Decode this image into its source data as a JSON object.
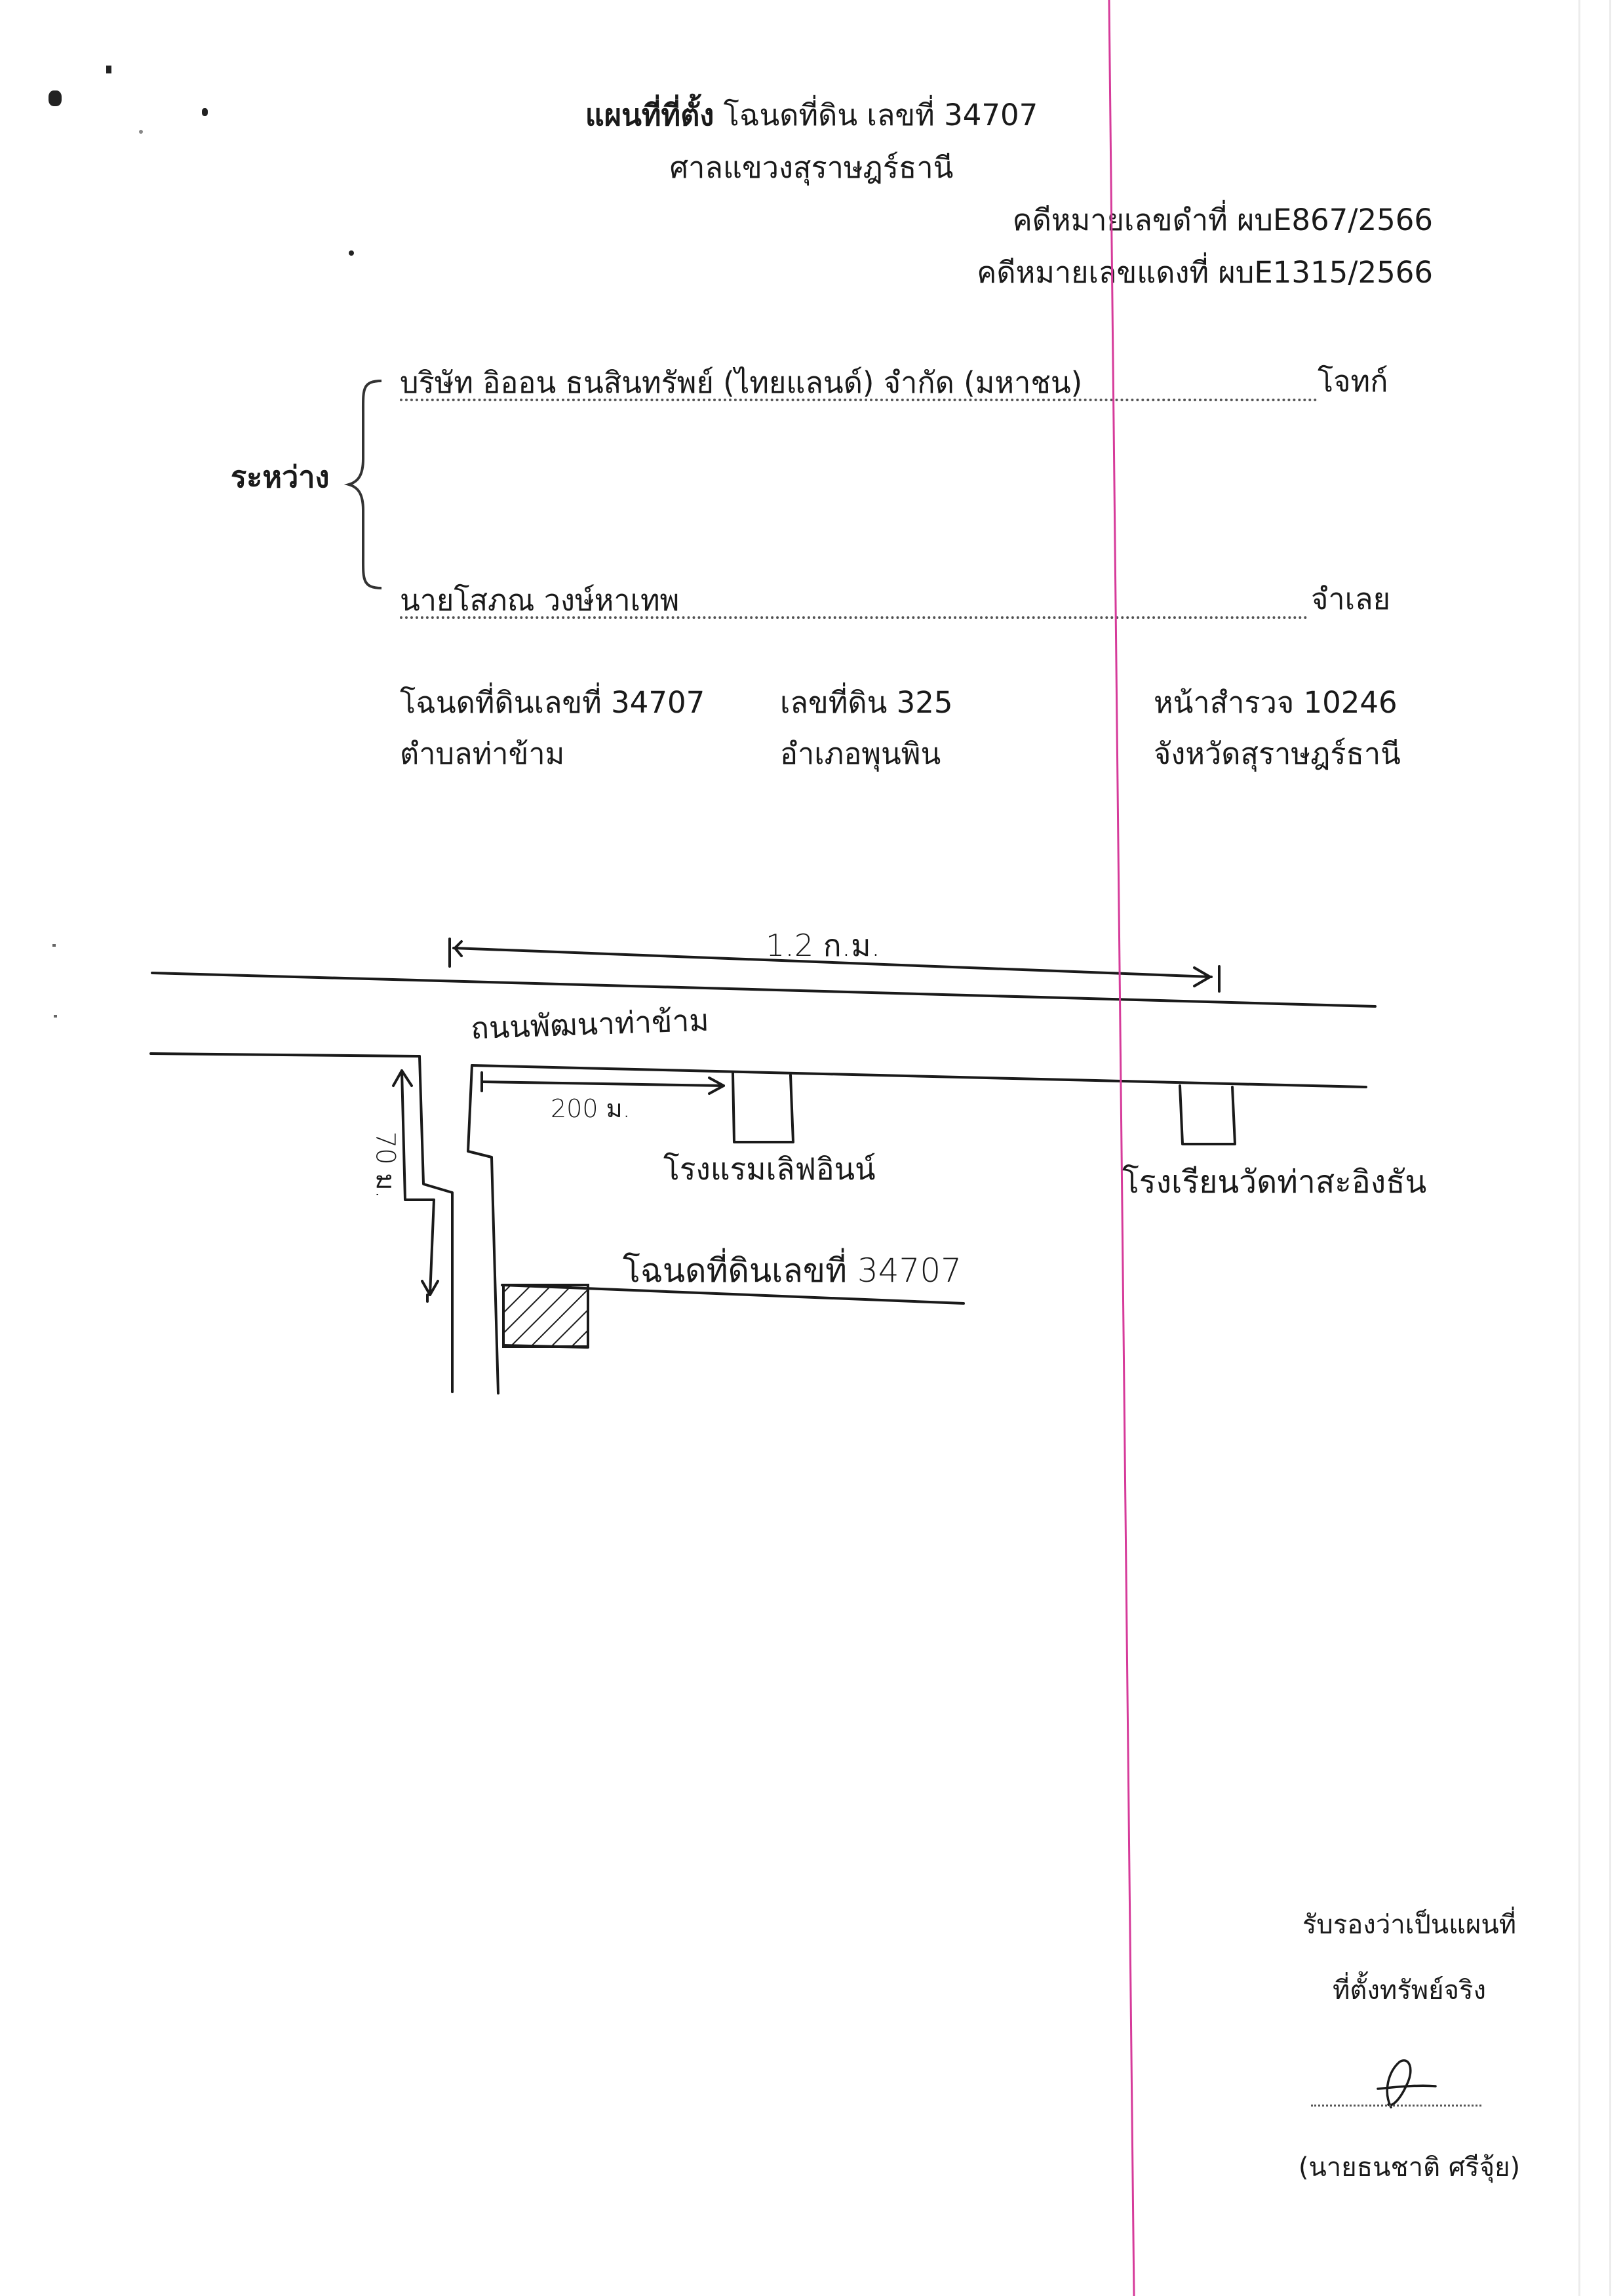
{
  "header": {
    "title_bold": "แผนที่ที่ตั้ง",
    "title_rest": "โฉนดที่ดิน เลขที่  34707",
    "court": "ศาลแขวงสุราษฎร์ธานี",
    "black_case": "คดีหมายเลขดำที่ ผบE867/2566",
    "red_case": "คดีหมายเลขแดงที่  ผบE1315/2566"
  },
  "parties": {
    "between_label": "ระหว่าง",
    "plaintiff_name": "บริษัท อิออน ธนสินทรัพย์ (ไทยแลนด์) จำกัด (มหาชน)",
    "plaintiff_role": "โจทก์",
    "defendant_name": "นายโสภณ   วงษ์หาเทพ",
    "defendant_role": "จำเลย"
  },
  "land_info": {
    "deed": "โฉนดที่ดินเลขที่ 34707",
    "land_no": "เลขที่ดิน 325",
    "survey_page": "หน้าสำรวจ  10246",
    "subdistrict": "ตำบลท่าข้าม",
    "district": "อำเภอพุนพิน",
    "province": "จังหวัดสุราษฎร์ธานี"
  },
  "sketch": {
    "distance_top": "1.2 ก.ม.",
    "road_name": "ถนนพัฒนาท่าข้าม",
    "distance_200": "200 ม.",
    "hotel": "โรงแรมเลิฟอินน์",
    "school": "โรงเรียนวัดท่าสะอิงธัน",
    "distance_side": "70 ม.",
    "deed_label": "โฉนดที่ดินเลขที่ 34707"
  },
  "certification": {
    "line1": "รับรองว่าเป็นแผนที่",
    "line2": "ที่ตั้งทรัพย์จริง",
    "signer": "(นายธนชาติ  ศรีจุ้ย)"
  },
  "colors": {
    "margin_line": "#d63b9a",
    "ink": "#1a1a1a"
  }
}
